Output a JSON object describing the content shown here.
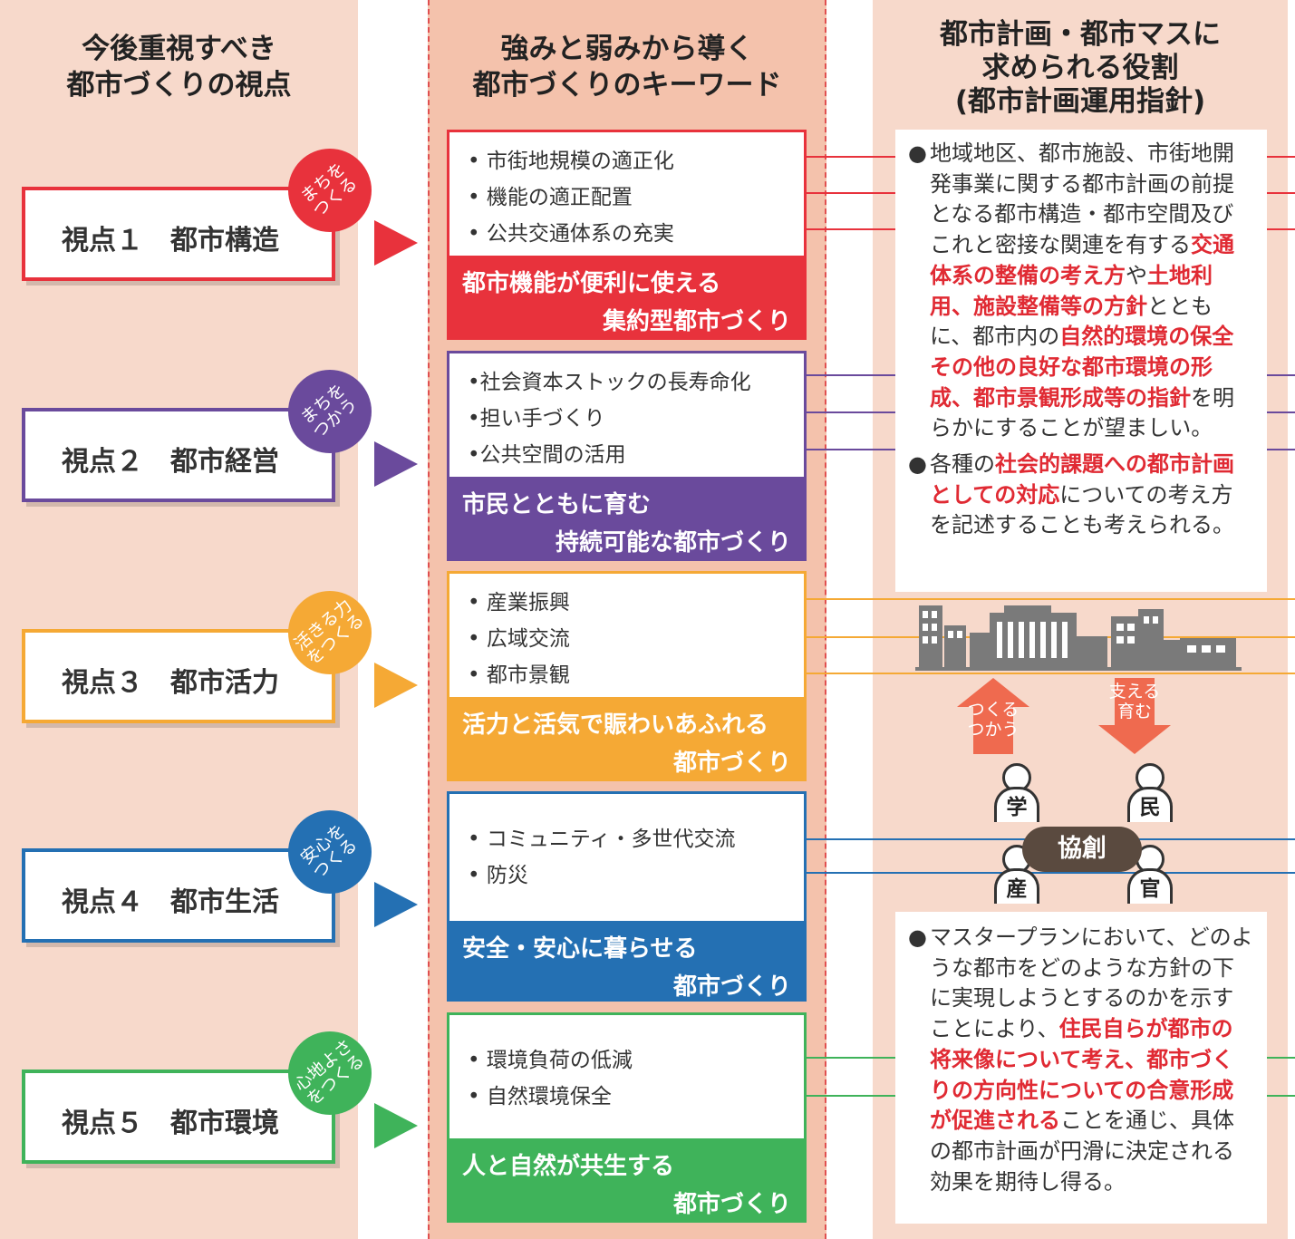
{
  "colors": {
    "red": "#e8323c",
    "purple": "#6a4a9c",
    "orange": "#f5a935",
    "blue": "#2470b3",
    "green": "#3fb35a",
    "column_bg": "#f7d9cb",
    "middle_bg": "#f4c2ac",
    "highlight": "#e02a33",
    "arrow": "#ef6a4f"
  },
  "columns": {
    "left_title": "今後重視すべき\n都市づくりの視点",
    "middle_title": "強みと弱みから導く\n都市づくりのキーワード",
    "right_title": "都市計画・都市マスに\n求められる役割\n(都市計画運用指針)"
  },
  "viewpoints": [
    {
      "label": "視点１　都市構造",
      "badge": "まちを\nつくる"
    },
    {
      "label": "視点２　都市経営",
      "badge": "まちを\nつかう"
    },
    {
      "label": "視点３　都市活力",
      "badge": "活きる力\nをつくる"
    },
    {
      "label": "視点４　都市生活",
      "badge": "安心を\nつくる"
    },
    {
      "label": "視点５　都市環境",
      "badge": "心地よさ\nをつくる"
    }
  ],
  "keywords": [
    {
      "items": [
        "• 市街地規模の適正化",
        "• 機能の適正配置",
        "• 公共交通体系の充実"
      ],
      "footer1": "都市機能が便利に使える",
      "footer2": "集約型都市づくり"
    },
    {
      "items": [
        "•社会資本ストックの長寿命化",
        "•担い手づくり",
        "•公共空間の活用"
      ],
      "footer1": "市民とともに育む",
      "footer2": "持続可能な都市づくり"
    },
    {
      "items": [
        "• 産業振興",
        "• 広域交流",
        "• 都市景観"
      ],
      "footer1": "活力と活気で賑わいあふれる",
      "footer2": "都市づくり"
    },
    {
      "items": [
        "• コミュニティ・多世代交流",
        "• 防災"
      ],
      "footer1": "安全・安心に暮らせる",
      "footer2": "都市づくり"
    },
    {
      "items": [
        "• 環境負荷の低減",
        "• 自然環境保全"
      ],
      "footer1": "人と自然が共生する",
      "footer2": "都市づくり"
    }
  ],
  "role_top": {
    "bullet": "●",
    "p1": [
      {
        "t": "地域地区、都市施設、市街地開発事業に関する都市計画の前提となる都市構造・都市空間及びこれと密接な関連を有する"
      },
      {
        "t": "交通体系の整備の考え方",
        "hl": true
      },
      {
        "t": "や"
      },
      {
        "t": "土地利用、施設整備等の方針",
        "hl": true
      },
      {
        "t": "とともに、都市内の"
      },
      {
        "t": "自然的環境の保全その他の良好な都市環境の形成、都市景観形成等の指針",
        "hl": true
      },
      {
        "t": "を明らかにすることが望ましい。"
      }
    ],
    "p2": [
      {
        "t": "各種の"
      },
      {
        "t": "社会的課題への都市計画としての対応",
        "hl": true
      },
      {
        "t": "についての考え方を記述することも考えられる。"
      }
    ]
  },
  "role_bottom": {
    "bullet": "●",
    "p1": [
      {
        "t": "マスタープランにおいて、どのような都市をどのような方針の下に実現しようとするのかを示すことにより、"
      },
      {
        "t": "住民自らが都市の将来像について考え、都市づくりの方向性についての合意形成が促進される",
        "hl": true
      },
      {
        "t": "ことを通じ、具体の都市計画が円滑に決定される効果を期待し得る。"
      }
    ]
  },
  "arrows": {
    "up": "つくる\nつかう",
    "down": "支える\n育む"
  },
  "people": {
    "tl": "学",
    "tr": "民",
    "bl": "産",
    "br": "官",
    "center": "協創"
  }
}
